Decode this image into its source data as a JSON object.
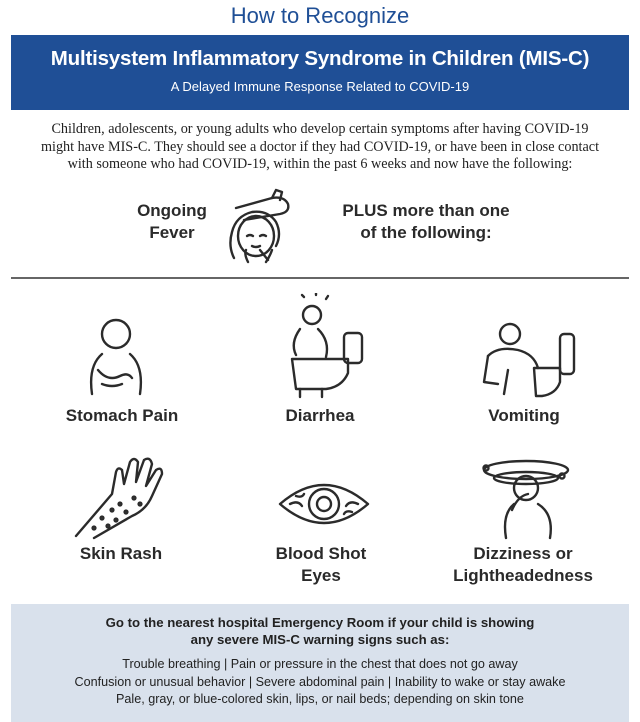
{
  "header": {
    "title": "How to Recognize",
    "banner_title": "Multisystem Inflammatory Syndrome in Children (MIS-C)",
    "banner_subtitle": "A Delayed Immune Response Related to COVID-19"
  },
  "intro": {
    "lines": [
      "Children, adolescents, or young adults who develop certain symptoms after having COVID-19",
      "might have MIS-C. They should see a doctor if they had COVID-19, or have been in close contact",
      "with someone who had COVID-19, within the past 6 weeks and now have the following:"
    ]
  },
  "criteria": {
    "fever_line1": "Ongoing",
    "fever_line2": "Fever",
    "plus_line1": "PLUS more than one",
    "plus_line2": "of the following:"
  },
  "symptoms": {
    "stomach": "Stomach Pain",
    "diarrhea": "Diarrhea",
    "vomiting": "Vomiting",
    "rash": "Skin Rash",
    "eyes_line1": "Blood Shot",
    "eyes_line2": "Eyes",
    "dizzy_line1": "Dizziness or",
    "dizzy_line2": "Lightheadedness"
  },
  "warning": {
    "head_line1": "Go to the nearest hospital Emergency Room if your child is showing",
    "head_line2": "any severe MIS-C warning signs such as:",
    "signs": [
      "Trouble breathing  |  Pain or pressure in the chest that does not go away",
      "Confusion or unusual behavior  |  Severe abdominal pain  |  Inability to wake or stay awake",
      "Pale, gray, or blue-colored skin, lips, or nail beds; depending on skin tone"
    ]
  },
  "colors": {
    "brand_blue": "#1f4f96",
    "warning_bg": "#d9e1ec",
    "icon_stroke": "#2b2b2b"
  },
  "icons": [
    "fever-icon",
    "stomach-pain-icon",
    "diarrhea-icon",
    "vomiting-icon",
    "skin-rash-icon",
    "bloodshot-eye-icon",
    "dizziness-icon"
  ]
}
